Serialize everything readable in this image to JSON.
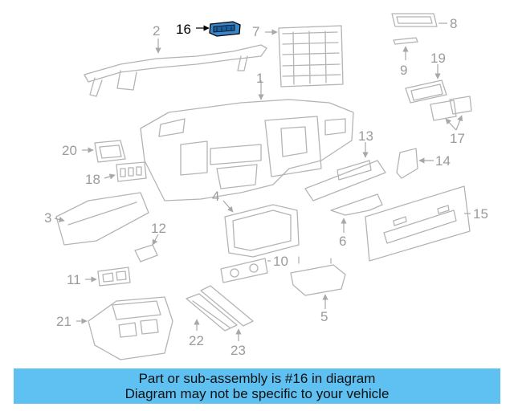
{
  "diagram": {
    "highlight_part": "16",
    "callouts": [
      "16",
      "2",
      "7",
      "8",
      "9",
      "19",
      "17",
      "1",
      "20",
      "18",
      "13",
      "14",
      "4",
      "3",
      "15",
      "12",
      "6",
      "10",
      "11",
      "5",
      "21",
      "22",
      "23"
    ],
    "colors": {
      "highlight": "#000000",
      "callout": "#9b9b9b",
      "part_stroke": "#b4b4b4",
      "highlight_part_fill": "#3a86c8",
      "banner": "#5ec1f1"
    }
  },
  "banner": {
    "line1": "Part or sub-assembly is #16 in diagram",
    "line2": "Diagram may not be specific to your vehicle"
  }
}
